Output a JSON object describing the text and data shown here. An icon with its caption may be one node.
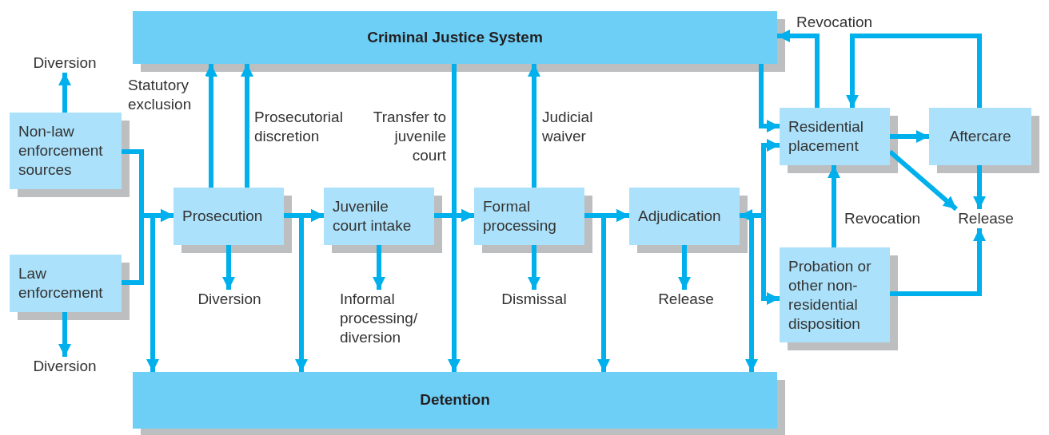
{
  "diagram": {
    "nodes": [
      {
        "text": [
          "Criminal Justice System"
        ]
      },
      {
        "text": [
          "Detention"
        ]
      },
      {
        "text": [
          "Non-law enforcement sources"
        ]
      },
      {
        "text": [
          "Law enforcement"
        ]
      },
      {
        "text": [
          "Prosecution"
        ]
      },
      {
        "text": [
          "Juvenile court intake"
        ]
      },
      {
        "text": [
          "Formal processing"
        ]
      },
      {
        "text": [
          "Adjudication"
        ]
      },
      {
        "text": [
          "Residential placement"
        ]
      },
      {
        "text": [
          "Aftercare"
        ]
      },
      {
        "text": [
          "Probation or other non-residential disposition"
        ]
      },
      {
        "text": [
          "Diversion"
        ]
      },
      {
        "text": [
          "Diversion"
        ]
      },
      {
        "text": [
          "Diversion"
        ]
      },
      {
        "text": [
          "Informal processing/ diversion"
        ]
      },
      {
        "text": [
          "Dismissal"
        ]
      },
      {
        "text": [
          "Release"
        ]
      },
      {
        "text": [
          "Release"
        ]
      }
    ],
    "edges": [
      {
        "from": 2,
        "to": 11,
        "arrow": "to"
      },
      {
        "from": 3,
        "to": 12,
        "arrow": "to"
      },
      {
        "from": 2,
        "to": 4,
        "arrow": "to"
      },
      {
        "from": 3,
        "to": 4,
        "arrow": "to"
      },
      {
        "from": 4,
        "to": 0,
        "arrow": "to",
        "label": "Statutory exclusion"
      },
      {
        "from": 4,
        "to": 0,
        "arrow": "to",
        "label": "Prosecutorial discretion"
      },
      {
        "from": 4,
        "to": 13,
        "arrow": "to"
      },
      {
        "from": 4,
        "to": 5,
        "arrow": "to"
      },
      {
        "from": 0,
        "to": 6,
        "arrow": "to",
        "label": "Transfer to juvenile court"
      },
      {
        "from": 5,
        "to": 14,
        "arrow": "to"
      },
      {
        "from": 5,
        "to": 6,
        "arrow": "to"
      },
      {
        "from": 6,
        "to": 0,
        "arrow": "to",
        "label": "Judicial waiver"
      },
      {
        "from": 6,
        "to": 15,
        "arrow": "to"
      },
      {
        "from": 6,
        "to": 7,
        "arrow": "to"
      },
      {
        "from": 7,
        "to": 16,
        "arrow": "to"
      },
      {
        "from": 7,
        "to": 8,
        "arrow": "to"
      },
      {
        "from": 7,
        "to": 10,
        "arrow": "to"
      },
      {
        "from": 0,
        "to": 8,
        "arrow": "to"
      },
      {
        "from": 8,
        "to": 0,
        "arrow": "to",
        "label": "Revocation"
      },
      {
        "from": 9,
        "to": 8,
        "arrow": "to"
      },
      {
        "from": 8,
        "to": 9,
        "arrow": "to"
      },
      {
        "from": 8,
        "to": 17,
        "arrow": "to"
      },
      {
        "from": 9,
        "to": 17,
        "arrow": "to"
      },
      {
        "from": 10,
        "to": 8,
        "arrow": "to",
        "label": "Revocation"
      },
      {
        "from": 10,
        "to": 17,
        "arrow": "to"
      },
      {
        "from": 1,
        "to": 4,
        "arrow": "both"
      },
      {
        "from": 1,
        "to": 5,
        "arrow": "both"
      },
      {
        "from": 1,
        "to": 6,
        "arrow": "both"
      },
      {
        "from": 1,
        "to": 7,
        "arrow": "both"
      },
      {
        "from": 1,
        "to": 7,
        "arrow": "both"
      }
    ]
  }
}
